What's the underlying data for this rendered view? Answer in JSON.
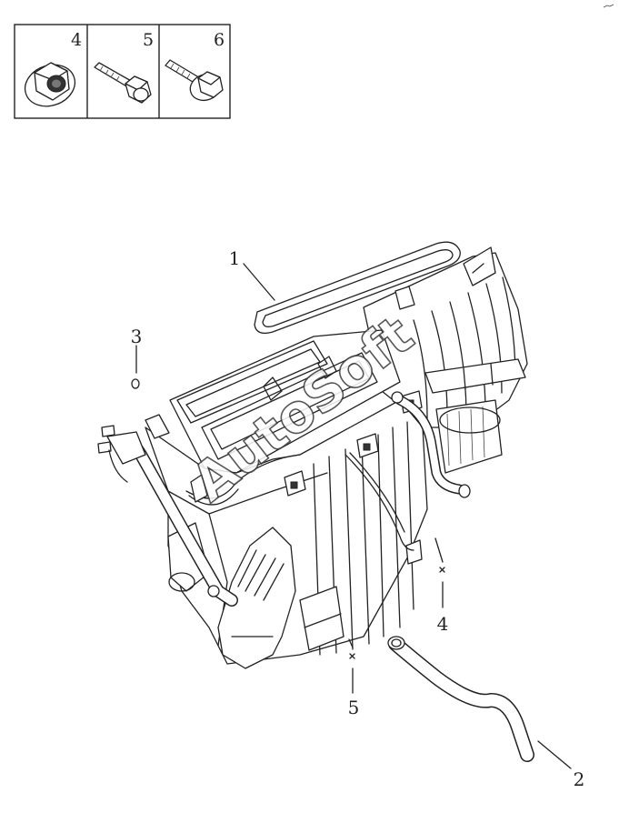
{
  "legend": {
    "cells": [
      {
        "number": "4",
        "icon": "flange-nut-icon"
      },
      {
        "number": "5",
        "icon": "hex-bolt-icon"
      },
      {
        "number": "6",
        "icon": "flange-bolt-icon"
      }
    ]
  },
  "callouts": {
    "c1": "1",
    "c2": "2",
    "c3": "3",
    "c4": "4",
    "c5": "5"
  },
  "watermark": "AutoSoft",
  "colors": {
    "line": "#222222",
    "background": "#ffffff"
  }
}
